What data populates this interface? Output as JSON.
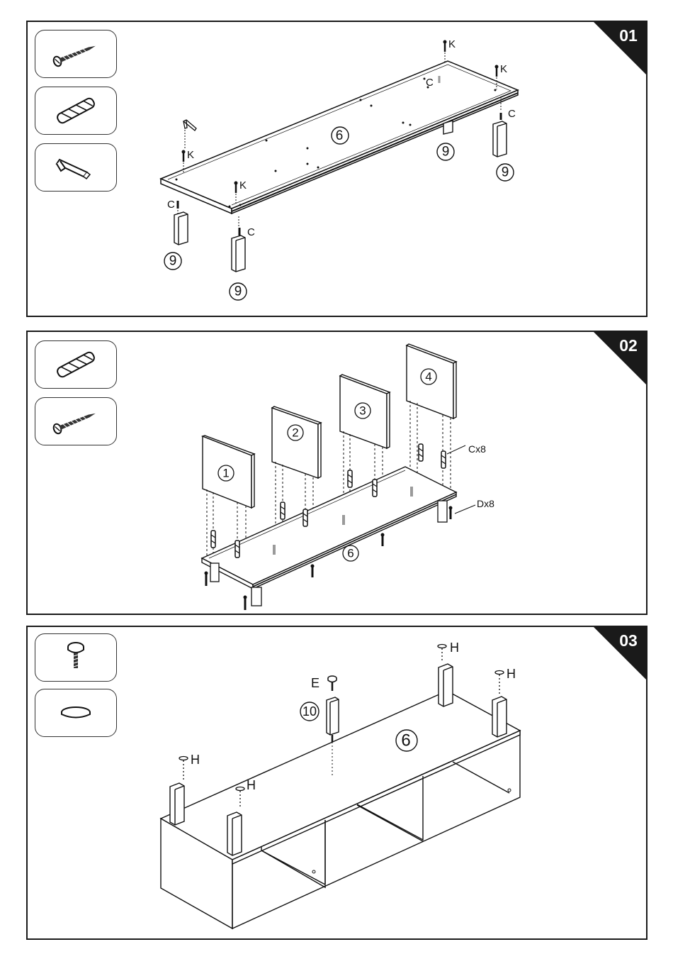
{
  "steps": [
    {
      "number": "01",
      "labels": {
        "board": "6",
        "leg": "9",
        "screw": "K",
        "dowel": "C"
      },
      "parts": [
        "screw-icon",
        "dowel-icon",
        "allen-key-icon"
      ]
    },
    {
      "number": "02",
      "labels": {
        "panel1": "1",
        "panel2": "2",
        "panel3": "3",
        "panel4": "4",
        "board": "6",
        "dowel_count": "Cx8",
        "screw_count": "Dx8"
      },
      "parts": [
        "dowel-icon",
        "screw-icon"
      ]
    },
    {
      "number": "03",
      "labels": {
        "board": "6",
        "leg": "10",
        "bolt": "E",
        "pad": "H"
      },
      "parts": [
        "bolt-icon",
        "felt-pad-icon"
      ]
    }
  ],
  "colors": {
    "line": "#1a1a1a",
    "badge": "#1a1a1a",
    "badge_text": "#ffffff",
    "ghost": "#9a9a9a"
  }
}
